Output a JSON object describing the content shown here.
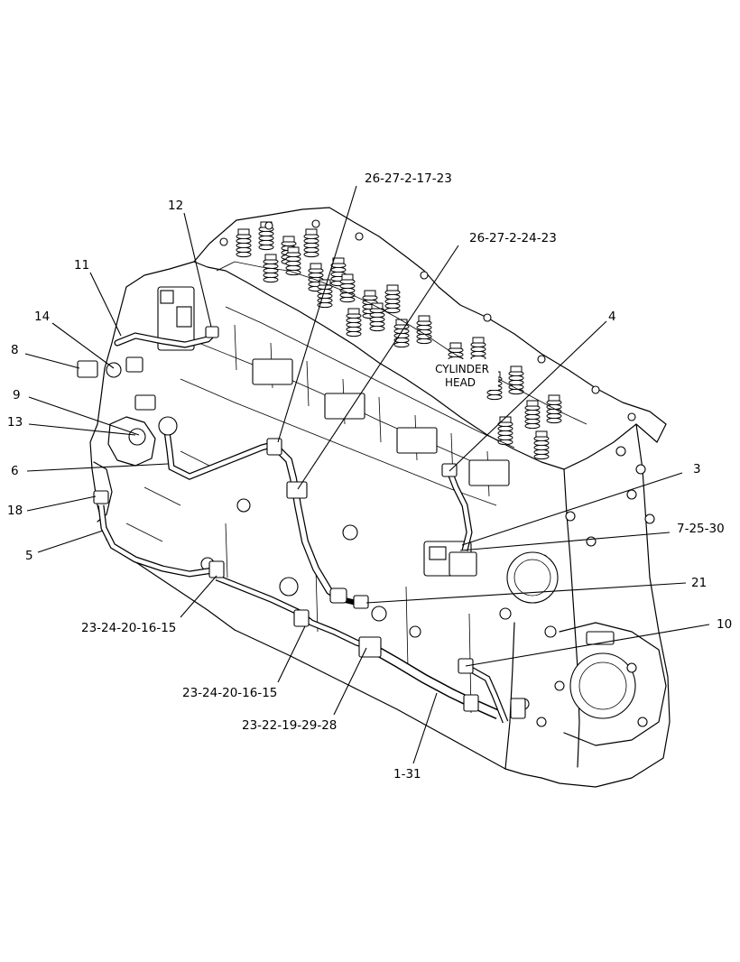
{
  "diagram": {
    "region_label_line1": "CYLINDER",
    "region_label_line2": "HEAD",
    "callouts": {
      "c1": "26-27-2-17-23",
      "c2": "12",
      "c3": "26-27-2-24-23",
      "c4": "11",
      "c5": "14",
      "c6": "4",
      "c7": "8",
      "c8": "9",
      "c9": "13",
      "c10": "6",
      "c11": "3",
      "c12": "18",
      "c13": "7-25-30",
      "c14": "5",
      "c15": "21",
      "c16": "23-24-20-16-15",
      "c17": "10",
      "c18": "23-24-20-16-15",
      "c19": "23-22-19-29-28",
      "c20": "1-31"
    }
  }
}
